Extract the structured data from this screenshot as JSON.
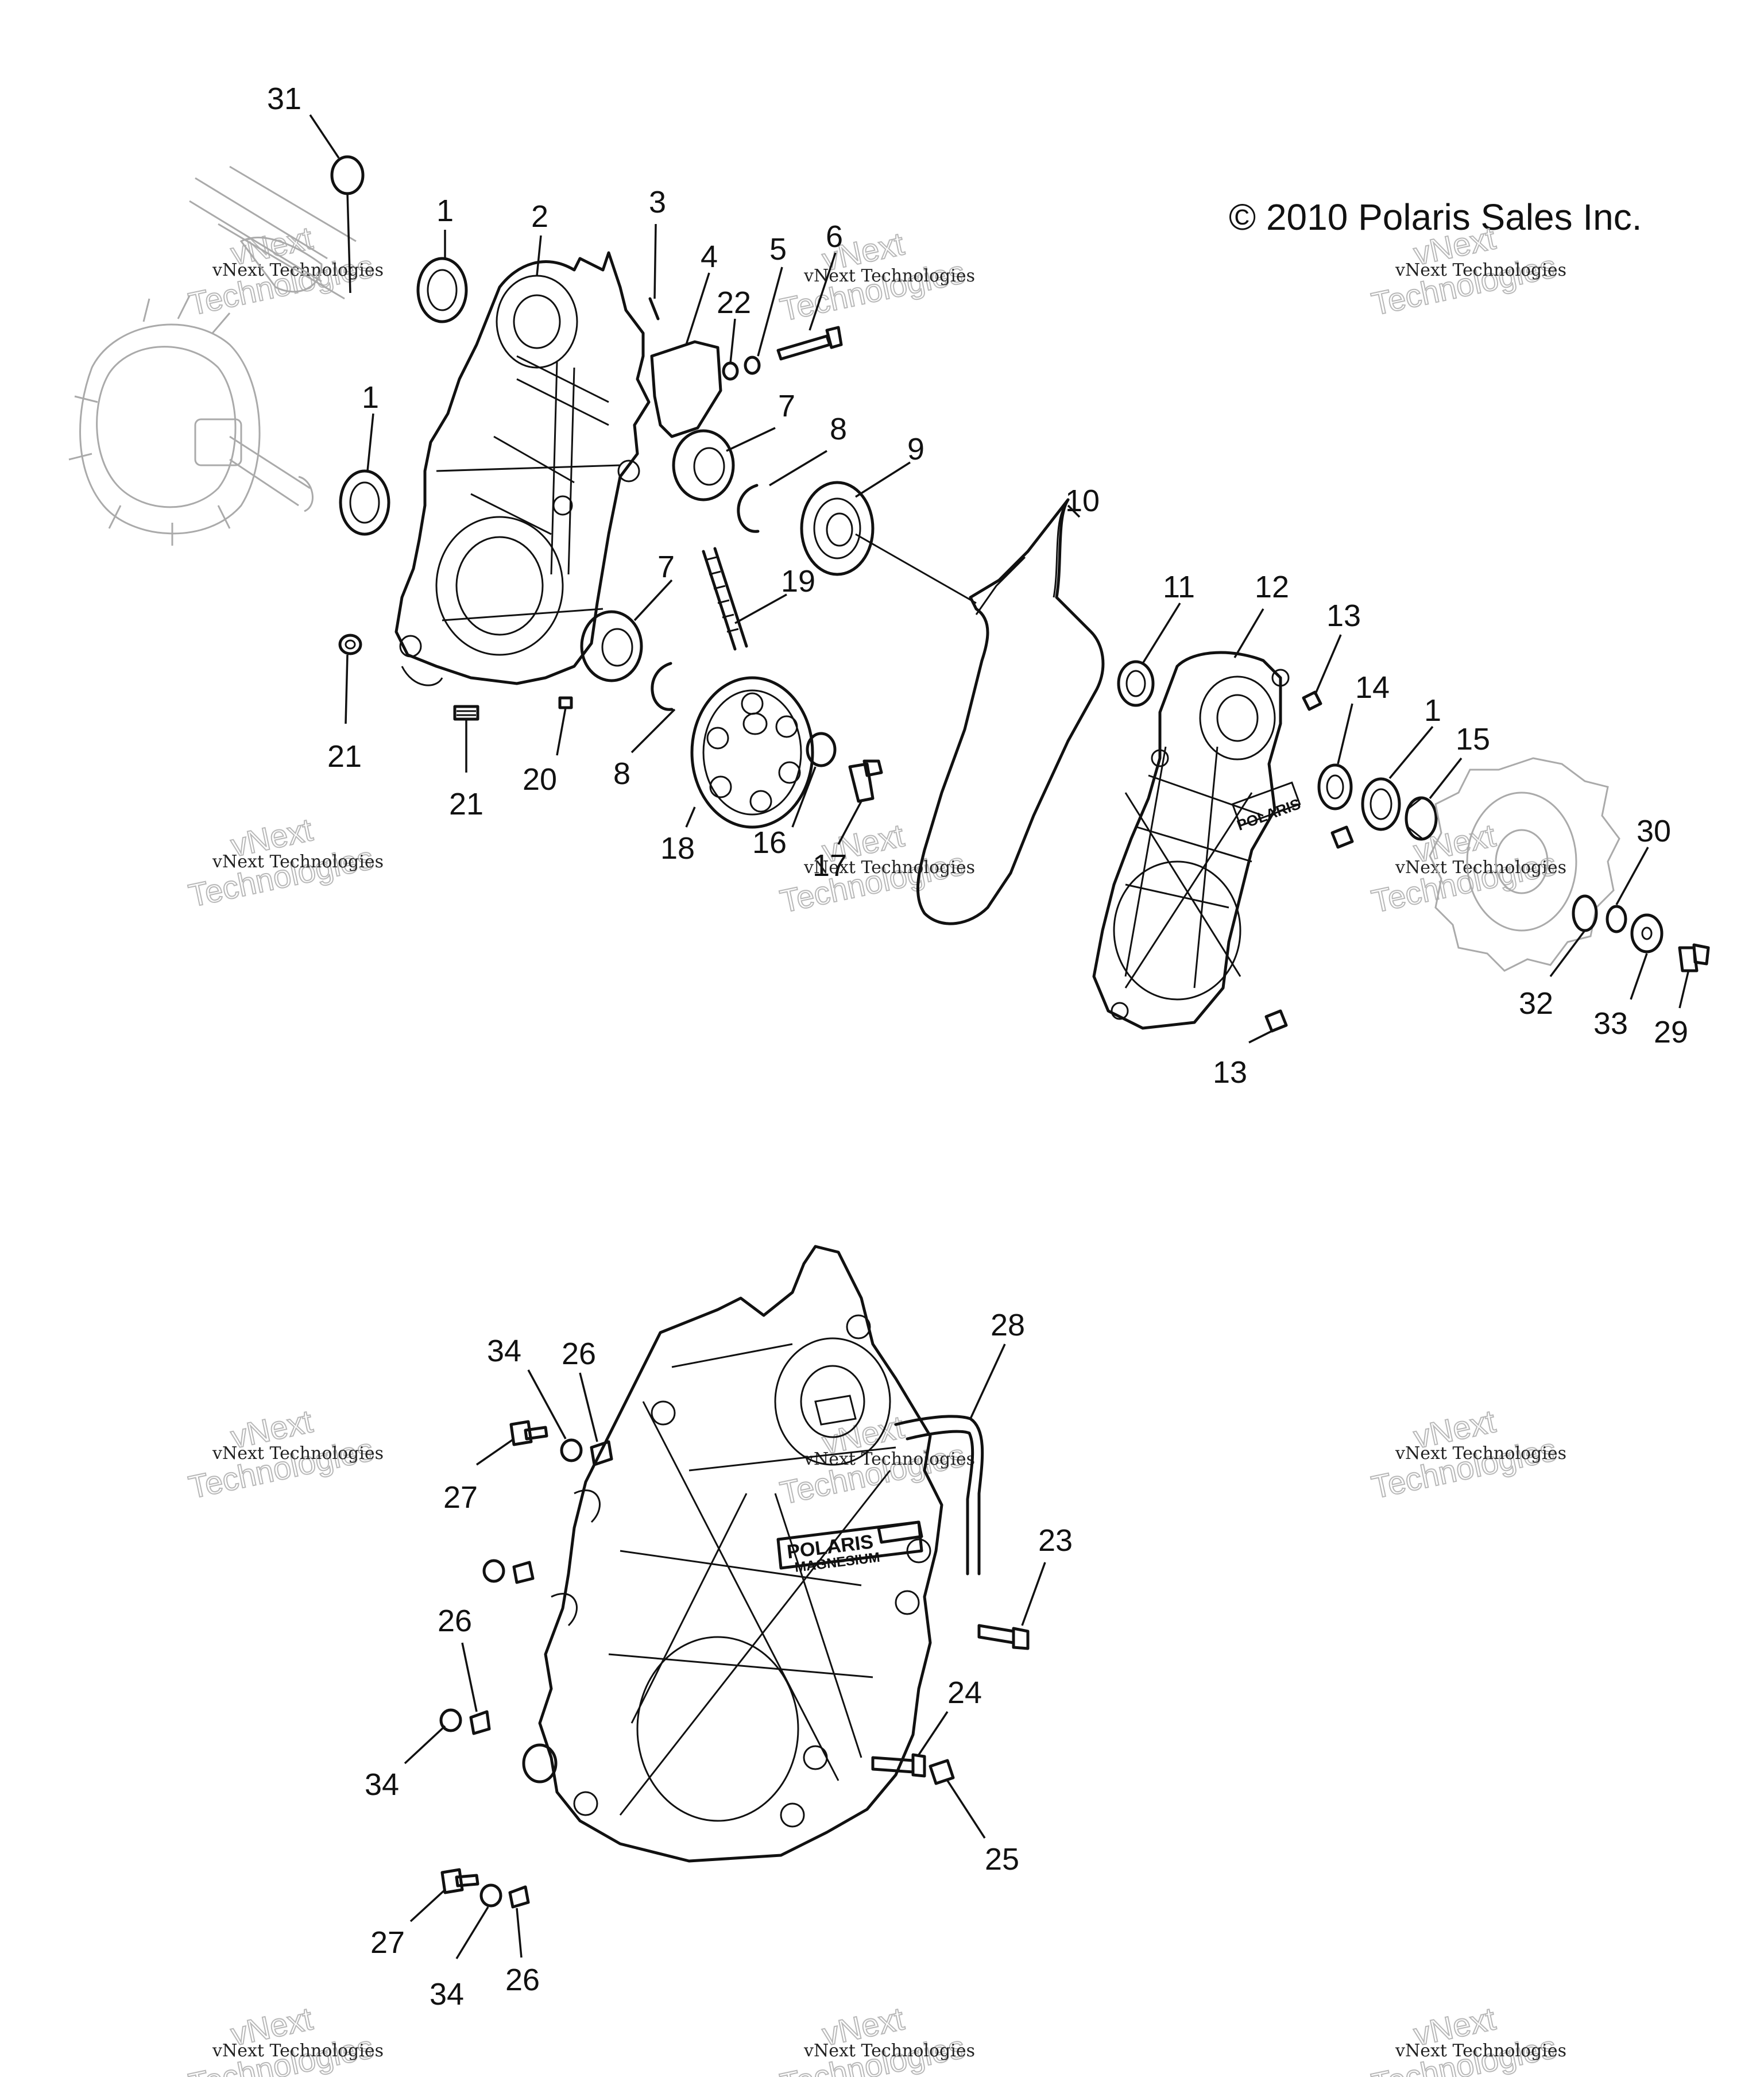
{
  "copyright": "© 2010 Polaris Sales Inc.",
  "watermark": {
    "line1": "vNext Technologies",
    "line2": "Technologies",
    "accent": "vNext"
  },
  "logo": {
    "brand": "POLARIS",
    "sub": "MAGNESIUM"
  },
  "callouts": [
    "31",
    "1",
    "2",
    "3",
    "4",
    "5",
    "6",
    "22",
    "1",
    "7",
    "8",
    "9",
    "10",
    "7",
    "19",
    "11",
    "12",
    "13",
    "14",
    "1",
    "15",
    "21",
    "21",
    "20",
    "8",
    "18",
    "16",
    "17",
    "30",
    "32",
    "33",
    "29",
    "13",
    "28",
    "34",
    "26",
    "27",
    "23",
    "26",
    "24",
    "34",
    "25",
    "27",
    "34",
    "26"
  ]
}
